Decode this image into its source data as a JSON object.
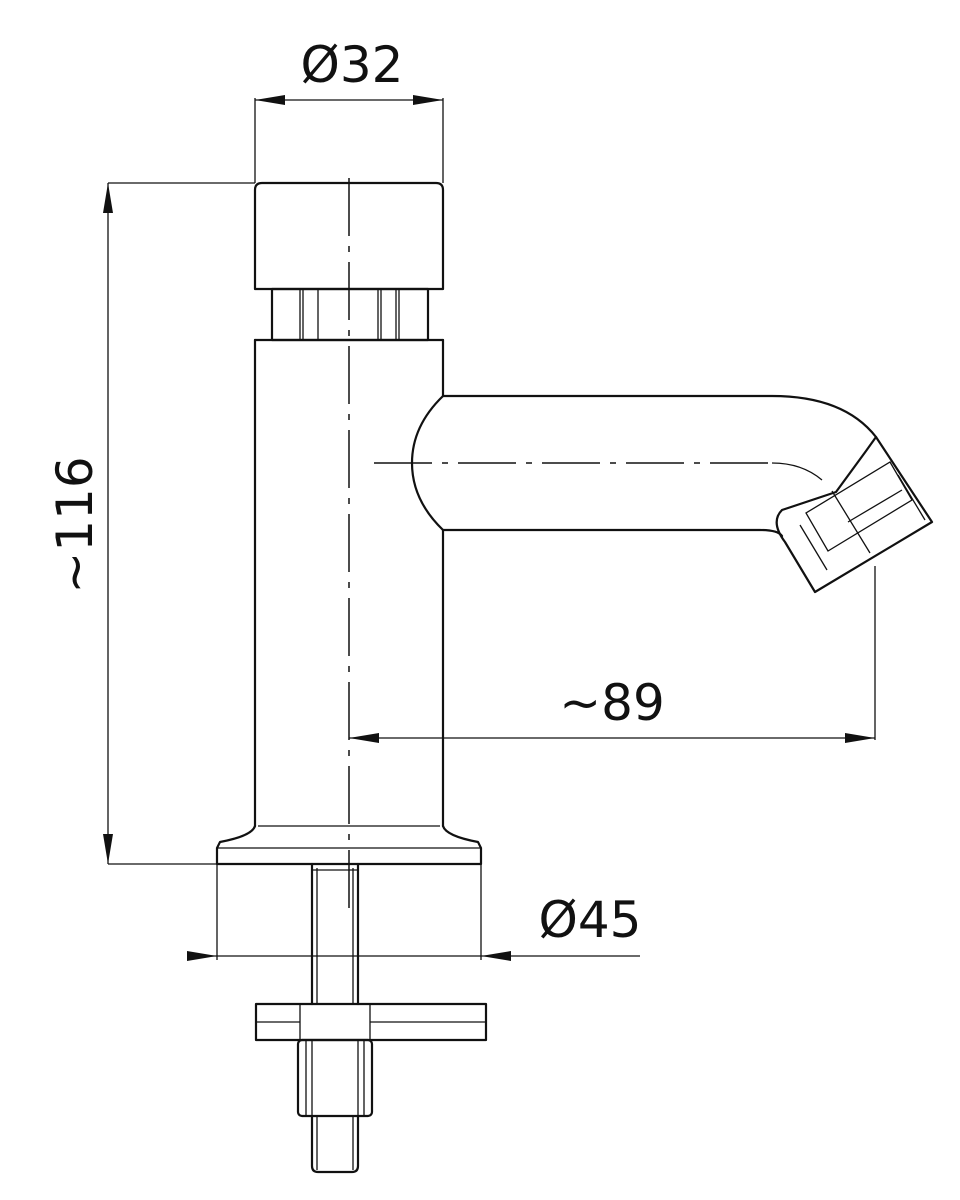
{
  "drawing": {
    "dimensions": {
      "top_diameter": "Ø32",
      "height": "~116",
      "spout_reach": "~89",
      "base_diameter": "Ø45"
    }
  }
}
